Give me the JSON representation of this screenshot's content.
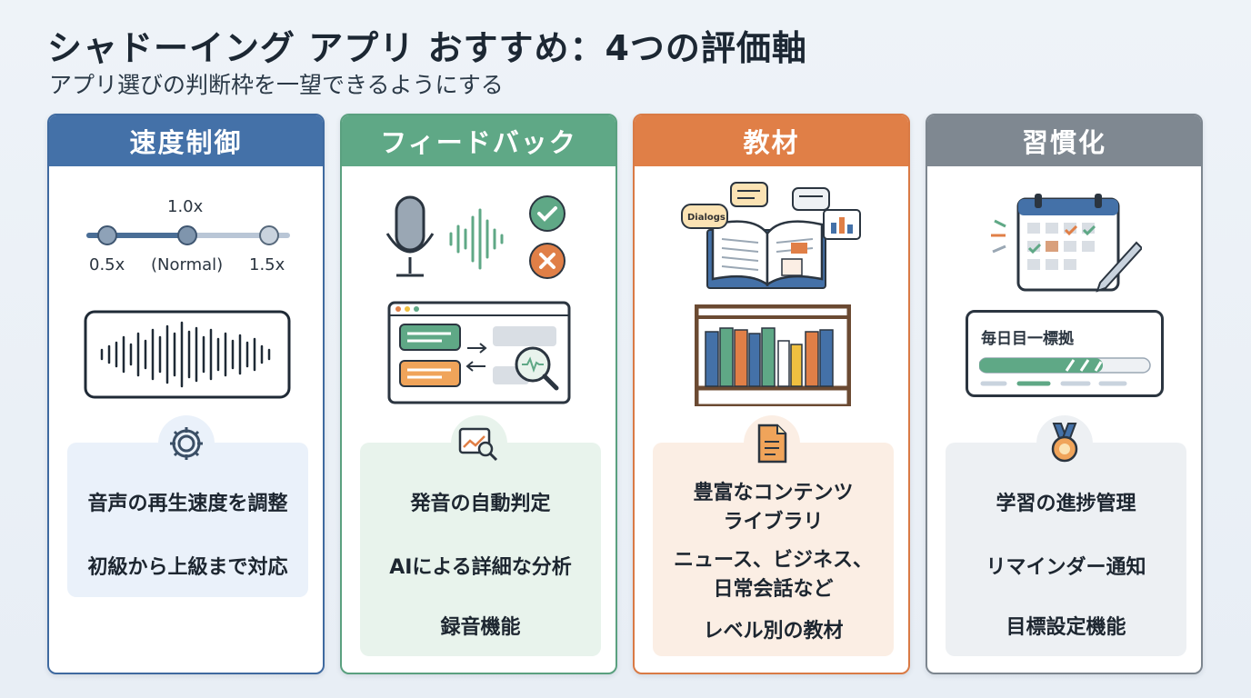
{
  "header": {
    "title": "シャドーイング アプリ おすすめ：4つの評価軸",
    "subtitle": "アプリ選びの判断枠を一望できるようにする"
  },
  "cards": [
    {
      "heading": "速度制御",
      "color": "#4471a8",
      "icon": "gear-icon",
      "slider": {
        "current": "1.0x",
        "min": "0.5x",
        "normal": "(Normal)",
        "max": "1.5x"
      },
      "features": [
        "音声の再生速度を調整",
        "初級から上級まで対応"
      ]
    },
    {
      "heading": "フィードバック",
      "color": "#5fa886",
      "icon": "chart-magnifier-icon",
      "features": [
        "発音の自動判定",
        "AIによる詳細な分析",
        "録音機能"
      ]
    },
    {
      "heading": "教材",
      "color": "#e07f47",
      "icon": "document-icon",
      "book_bubble": "Dialogs",
      "features": [
        "豊富なコンテンツ\nライブラリ",
        "ニュース、ビジネス、\n日常会話など",
        "レベル別の教材"
      ]
    },
    {
      "heading": "習慣化",
      "color": "#7f8891",
      "icon": "medal-icon",
      "goal_label": "毎日目一標拠",
      "features": [
        "学習の進捗管理",
        "リマインダー通知",
        "目標設定機能"
      ]
    }
  ]
}
